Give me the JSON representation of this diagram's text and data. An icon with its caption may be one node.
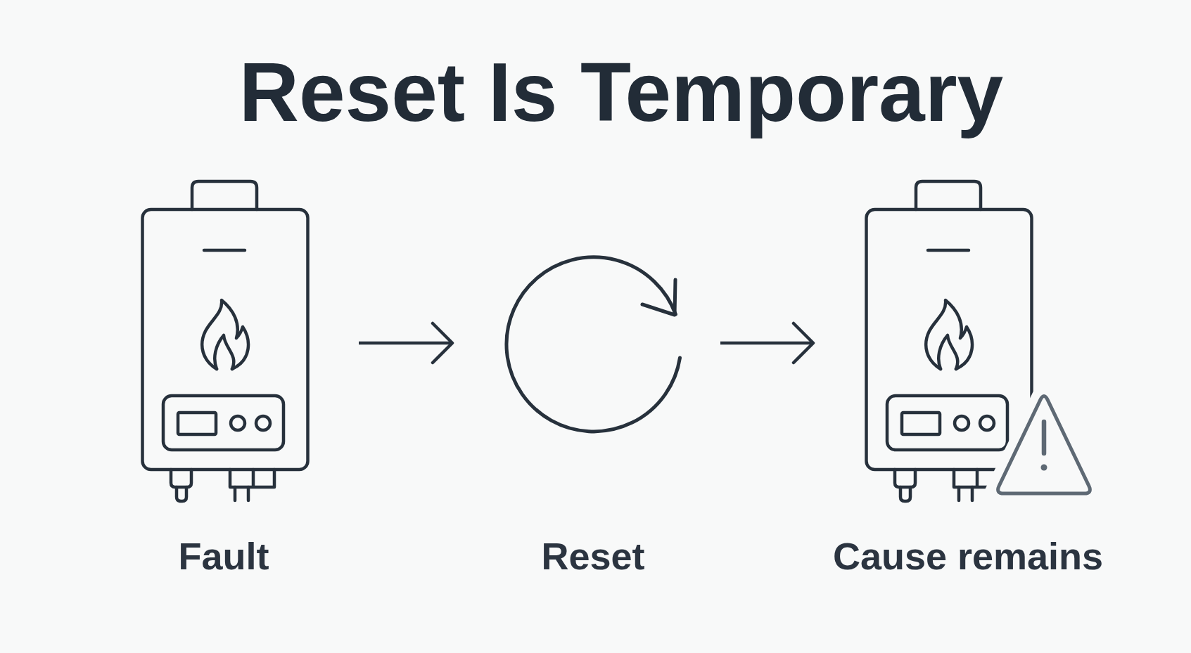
{
  "diagram": {
    "title": "Reset Is Temporary",
    "nodes": [
      {
        "text": [
          "Fault"
        ]
      },
      {
        "text": [
          "Reset"
        ]
      },
      {
        "text": [
          "Cause remains"
        ]
      }
    ],
    "edges": [
      {
        "from": 0,
        "to": 1,
        "arrow": "to"
      },
      {
        "from": 1,
        "to": 2,
        "arrow": "to"
      }
    ]
  }
}
